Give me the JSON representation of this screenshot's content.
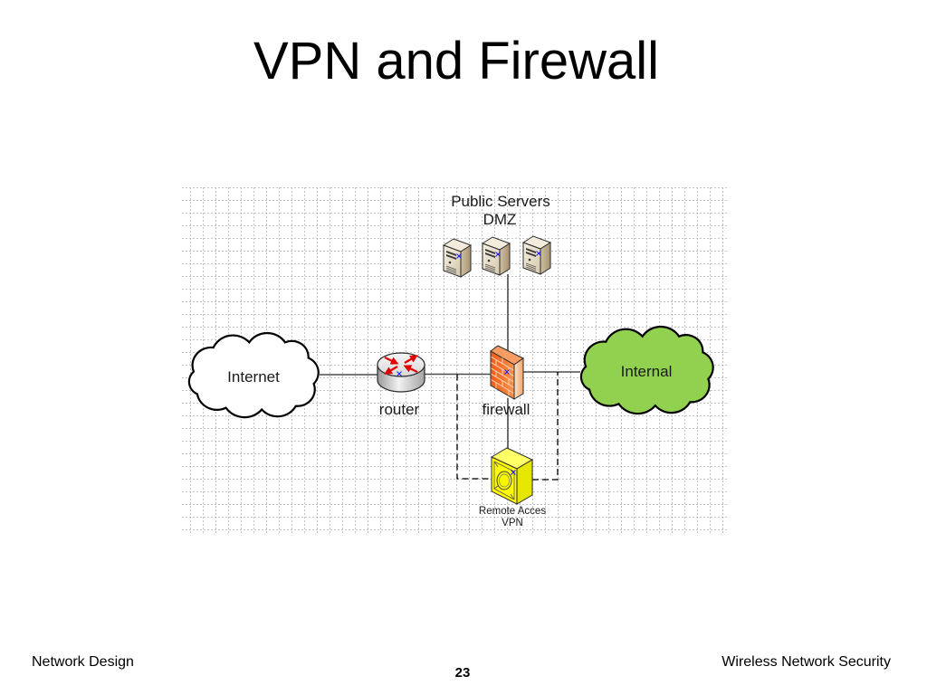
{
  "slide": {
    "title": "VPN and Firewall",
    "footer_left": "Network Design",
    "footer_right": "Wireless Network Security",
    "page_number": "23"
  },
  "diagram": {
    "nodes": {
      "internet": {
        "type": "cloud",
        "label": "Internet",
        "fill": "#FFFFFF"
      },
      "internal": {
        "type": "cloud",
        "label": "Internal",
        "fill": "#92D050"
      },
      "router": {
        "type": "router-icon",
        "label": "router"
      },
      "firewall": {
        "type": "firewall-icon",
        "label": "firewall"
      },
      "servers": {
        "type": "server-icon",
        "count": 3,
        "label_line1": "Public Servers",
        "label_line2": "DMZ"
      },
      "vpn": {
        "type": "vpn-concentrator-icon",
        "label_line1": "Remote Acces",
        "label_line2": "VPN"
      }
    },
    "connections": [
      {
        "from": "internet",
        "to": "router",
        "style": "solid"
      },
      {
        "from": "router",
        "to": "firewall",
        "style": "solid"
      },
      {
        "from": "firewall",
        "to": "internal",
        "style": "solid"
      },
      {
        "from": "servers",
        "to": "firewall",
        "style": "solid"
      },
      {
        "from": "firewall",
        "to": "vpn",
        "style": "solid"
      },
      {
        "from": "router",
        "to": "vpn",
        "style": "dashed"
      },
      {
        "from": "vpn",
        "to": "internal",
        "style": "dashed"
      }
    ],
    "colors": {
      "firewall": "#F26B1D",
      "vpn": "#FFFF00",
      "router_arrows": "#E00000",
      "link": "#4D4D4D",
      "dashed_link": "#000000",
      "grid": "#C4C4C4"
    }
  }
}
